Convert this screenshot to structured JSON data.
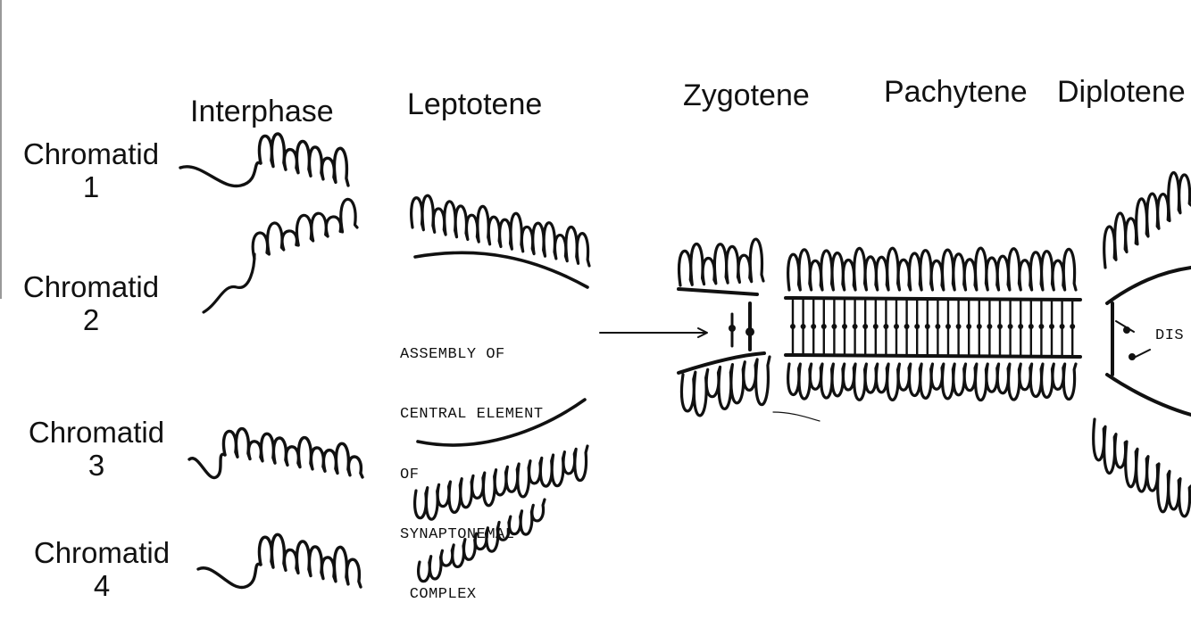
{
  "stages": [
    {
      "name": "Interphase"
    },
    {
      "name": "Leptotene"
    },
    {
      "name": "Zygotene"
    },
    {
      "name": "Pachytene"
    },
    {
      "name": "Diplotene"
    }
  ],
  "chromatids": [
    {
      "name": "Chromatid",
      "number": "1"
    },
    {
      "name": "Chromatid",
      "number": "2"
    },
    {
      "name": "Chromatid",
      "number": "3"
    },
    {
      "name": "Chromatid",
      "number": "4"
    }
  ],
  "annotation": {
    "lines": [
      "ASSEMBLY OF",
      "CENTRAL ELEMENT",
      "OF",
      "SYNAPTONEMAL",
      " COMPLEX"
    ]
  },
  "diplotene_note": "DIS",
  "colors": {
    "ink": "#111111",
    "paper": "#ffffff"
  }
}
